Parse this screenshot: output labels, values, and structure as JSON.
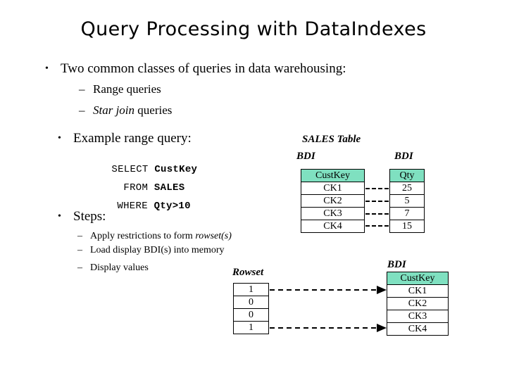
{
  "slide": {
    "title": "Query Processing with DataIndexes"
  },
  "bullets": {
    "b1": "Two common classes of queries in data warehousing:",
    "b1_sub1": "Range queries",
    "b1_sub2_italic": "Star join",
    "b1_sub2_rest": " queries",
    "b2": "Example range query:",
    "b3": "Steps:",
    "b3_sub1_a": "Apply restrictions to form ",
    "b3_sub1_italic": "rowset(s)",
    "b3_sub2": "Load display BDI(s) into memory",
    "b3_sub3": "Display values",
    "bullet_glyph": "•",
    "dash_glyph": "–"
  },
  "query": {
    "line1_keyword": "SELECT",
    "line1_identifier": "CustKey",
    "line2_keyword": "FROM",
    "line2_identifier": "SALES",
    "line3_keyword": "WHERE",
    "line3_identifier": "Qty>10"
  },
  "diagram": {
    "sales_table_label": "SALES Table",
    "bdi_label_custkey": "BDI",
    "bdi_label_qty": "BDI",
    "bdi_label_bottom": "BDI",
    "rowset_label": "Rowset",
    "header_color": "#7FE0C0",
    "sales_custkey": {
      "header": "CustKey",
      "rows": [
        "CK1",
        "CK2",
        "CK3",
        "CK4"
      ]
    },
    "sales_qty": {
      "header": "Qty",
      "rows": [
        "25",
        "5",
        "7",
        "15"
      ]
    },
    "rowset": {
      "rows": [
        "1",
        "0",
        "0",
        "1"
      ]
    },
    "result_bdi": {
      "header": "CustKey",
      "rows": [
        "CK1",
        "CK2",
        "CK3",
        "CK4"
      ]
    }
  }
}
